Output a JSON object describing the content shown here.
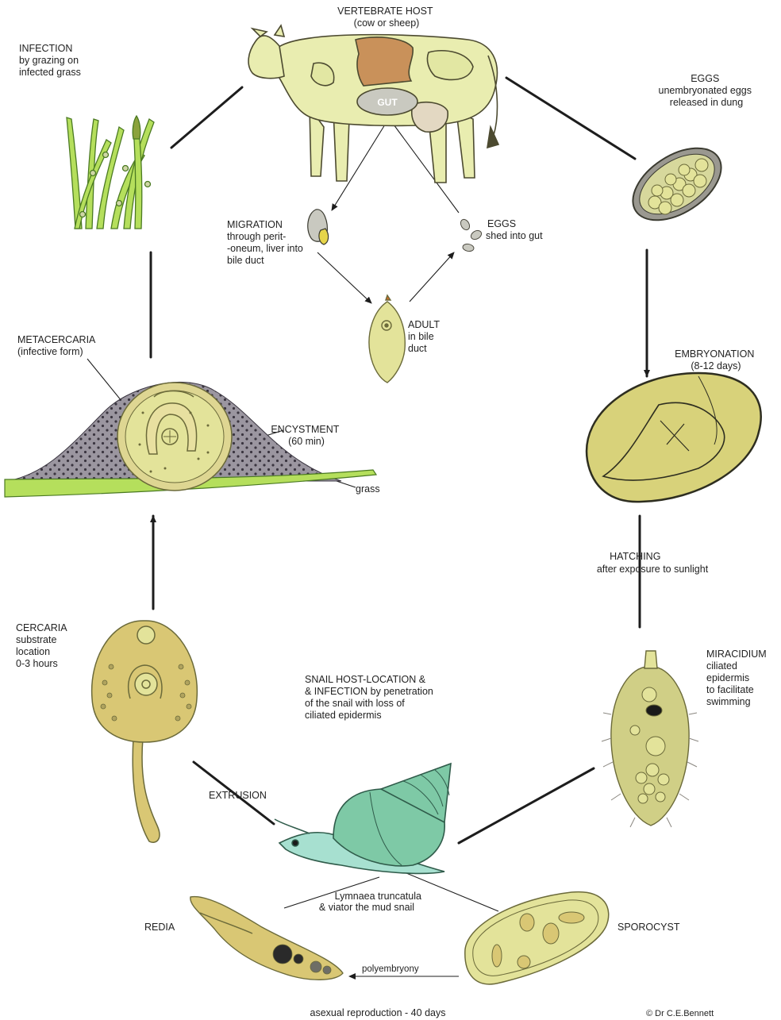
{
  "colors": {
    "organism_fill": "#e3e39a",
    "organism_stroke": "#6b6a3a",
    "cow_fill": "#e9edb0",
    "cow_patch": "#c9915a",
    "gut_fill": "#c9c9c0",
    "grass": "#b5df5c",
    "cyst_dots": "#8f8a90",
    "snail": "#7ec9a6",
    "snail_body": "#a7e0d0",
    "lines": "#1d1d1d"
  },
  "icons": [
    "cow-illustration",
    "grass-illustration",
    "snail-illustration"
  ],
  "labels": {
    "vertebrate_host": [
      "VERTEBRATE HOST",
      "(cow or sheep)"
    ],
    "gut": "GUT",
    "infection": [
      "INFECTION",
      "by grazing on",
      "infected grass"
    ],
    "eggs_dung": [
      "EGGS",
      "unembryonated eggs",
      "released in dung"
    ],
    "migration": [
      "MIGRATION",
      "through perit-",
      "-oneum, liver into",
      "bile duct"
    ],
    "eggs_gut": [
      "EGGS",
      "shed into gut"
    ],
    "adult": [
      "ADULT",
      "in bile",
      "duct"
    ],
    "metacercaria": [
      "METACERCARIA",
      "(infective form)"
    ],
    "encystment": [
      "ENCYSTMENT",
      "(60 min)"
    ],
    "grass": "grass",
    "embryonation": [
      "EMBRYONATION",
      "(8-12 days)"
    ],
    "hatching": [
      "HATCHING",
      "after exposure to sunlight"
    ],
    "cercaria": [
      "CERCARIA",
      "substrate",
      "location",
      "0-3 hours"
    ],
    "snail_host": [
      "SNAIL HOST-LOCATION &",
      "& INFECTION  by penetration",
      "of the snail with loss of",
      "ciliated epidermis"
    ],
    "miracidium": [
      "MIRACIDIUM",
      "ciliated",
      "epidermis",
      "to facilitate",
      "swimming"
    ],
    "extrusion": "EXTRUSION",
    "snail_species": [
      "Lymnaea truncatula",
      "& viator the mud snail"
    ],
    "redia": "REDIA",
    "sporocyst": "SPOROCYST",
    "polyembryony": "polyembryony",
    "asexual": "asexual reproduction - 40 days",
    "credit": "© Dr C.E.Bennett"
  }
}
